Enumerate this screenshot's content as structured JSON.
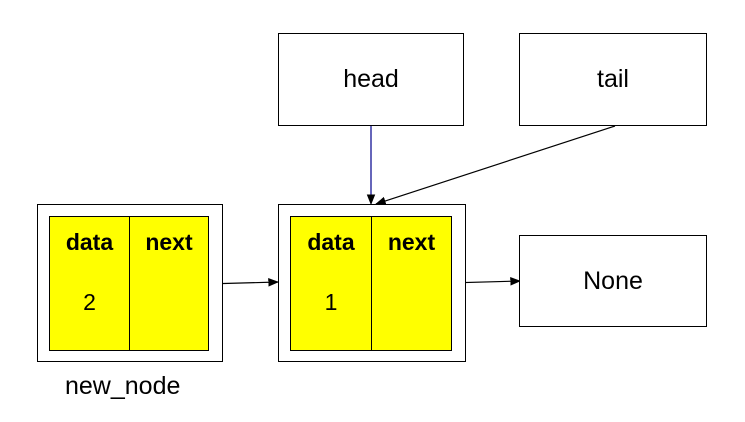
{
  "head": {
    "label": "head",
    "pointer_color": "#00008b"
  },
  "tail": {
    "label": "tail"
  },
  "none_box": {
    "label": "None"
  },
  "new_node": {
    "caption": "new_node",
    "data_label": "data",
    "next_label": "next",
    "data_value": "2",
    "fill_color": "#ffff00"
  },
  "node1": {
    "data_label": "data",
    "next_label": "next",
    "data_value": "1",
    "fill_color": "#ffff00"
  }
}
